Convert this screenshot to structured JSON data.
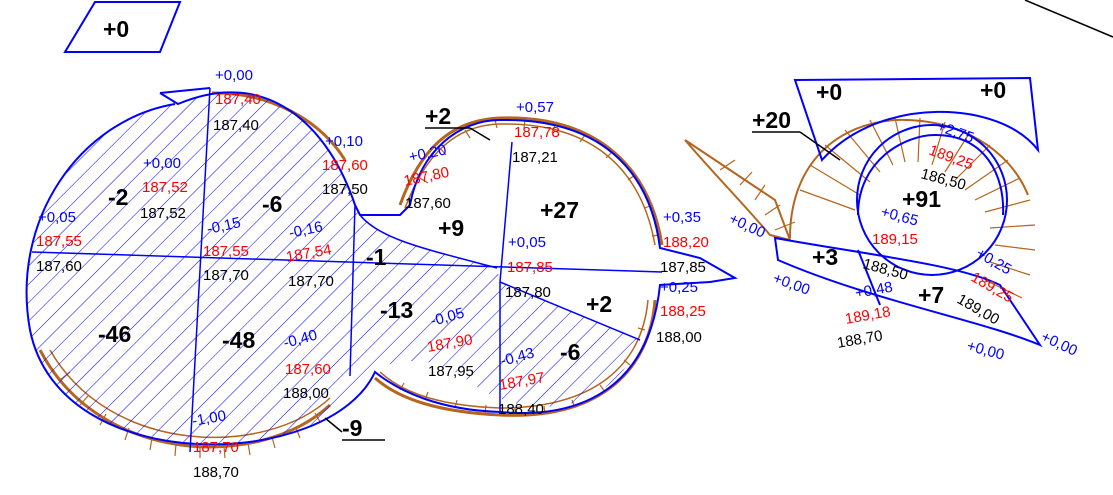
{
  "colors": {
    "outline": "#0000ff",
    "slope": "#b5651d",
    "design_level": "#ff0000",
    "existing_level": "#000000",
    "delta": "#0000ff",
    "volume": "#000000"
  },
  "volumes": [
    {
      "id": "v1",
      "label": "+0"
    },
    {
      "id": "v2",
      "label": "-2"
    },
    {
      "id": "v3",
      "label": "-6"
    },
    {
      "id": "v4",
      "label": "-46"
    },
    {
      "id": "v5",
      "label": "-48"
    },
    {
      "id": "v6",
      "label": "-1"
    },
    {
      "id": "v7",
      "label": "-13"
    },
    {
      "id": "v8",
      "label": "+9"
    },
    {
      "id": "v9",
      "label": "+27"
    },
    {
      "id": "v10",
      "label": "+2"
    },
    {
      "id": "v11",
      "label": "+2"
    },
    {
      "id": "v12",
      "label": "-6"
    },
    {
      "id": "v13",
      "label": "-9"
    },
    {
      "id": "v14",
      "label": "+20"
    },
    {
      "id": "v15",
      "label": "+0"
    },
    {
      "id": "v16",
      "label": "+0"
    },
    {
      "id": "v17",
      "label": "+91"
    },
    {
      "id": "v18",
      "label": "+3"
    },
    {
      "id": "v19",
      "label": "+7"
    }
  ],
  "levels": [
    {
      "id": "p1",
      "delta": "+0,00",
      "design": "187,40",
      "existing": "187,40"
    },
    {
      "id": "p2",
      "delta": "+0,10",
      "design": "187,60",
      "existing": "187,50"
    },
    {
      "id": "p3",
      "delta": "+0,00",
      "design": "187,52",
      "existing": "187,52"
    },
    {
      "id": "p4",
      "delta": "+0,05",
      "design": "187,55",
      "existing": "187,60"
    },
    {
      "id": "p5",
      "delta": "-0,15",
      "design": "187,55",
      "existing": "187,70"
    },
    {
      "id": "p6",
      "delta": "-0,16",
      "design": "187,54",
      "existing": "187,70"
    },
    {
      "id": "p7",
      "delta": "+0,20",
      "design": "187,80",
      "existing": "187,60"
    },
    {
      "id": "p8",
      "delta": "+0,57",
      "design": "187,78",
      "existing": "187,21"
    },
    {
      "id": "p9",
      "delta": "+0,05",
      "design": "187,85",
      "existing": "187,80"
    },
    {
      "id": "p10",
      "delta": "+0,35",
      "design": "188,20",
      "existing": "187,85"
    },
    {
      "id": "p11",
      "delta": "+0,25",
      "design": "188,25",
      "existing": "188,00"
    },
    {
      "id": "p12",
      "delta": "-0,40",
      "design": "187,60",
      "existing": "188,00"
    },
    {
      "id": "p13",
      "delta": "-0,05",
      "design": "187,90",
      "existing": "187,95"
    },
    {
      "id": "p14",
      "delta": "-0,43",
      "design": "187,97",
      "existing": "188,40"
    },
    {
      "id": "p15",
      "delta": "-1,00",
      "design": "187,70",
      "existing": "188,70"
    },
    {
      "id": "p16",
      "delta": "+2,75",
      "design": "189,25",
      "existing": "186,50"
    },
    {
      "id": "p17",
      "delta": "+0,65",
      "design": "189,15",
      "existing": "188,50"
    },
    {
      "id": "p18",
      "delta": "+0,48",
      "design": "189,18",
      "existing": "188,70"
    },
    {
      "id": "p19",
      "delta": "+0,25",
      "design": "189,25",
      "existing": "189,00"
    }
  ],
  "edge_labels": [
    {
      "id": "e1",
      "text": "+0,00"
    },
    {
      "id": "e2",
      "text": "+0,00"
    },
    {
      "id": "e3",
      "text": "+0,00"
    },
    {
      "id": "e4",
      "text": "+0,00"
    }
  ]
}
